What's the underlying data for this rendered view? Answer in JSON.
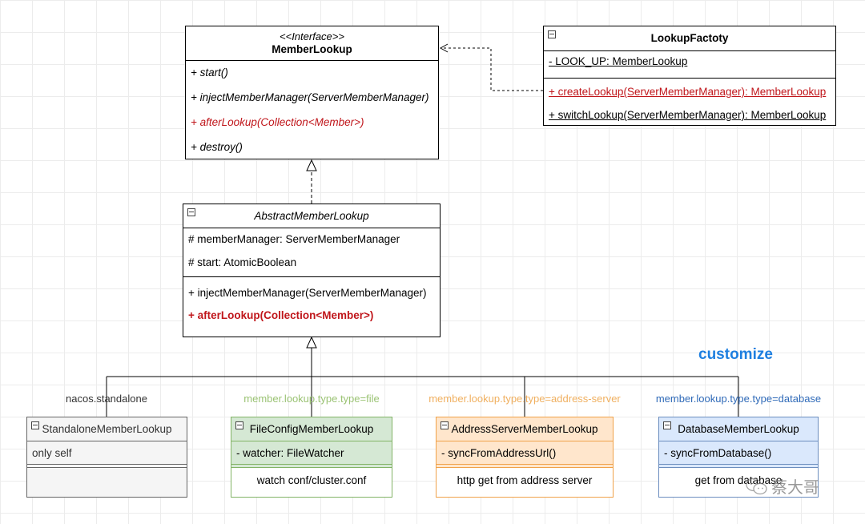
{
  "colors": {
    "required_method": "#c0161b",
    "file_fill": "#d5e8d4",
    "file_border": "#82b366",
    "file_label": "#9bc374",
    "address_fill": "#ffe6cc",
    "address_border": "#f0a24a",
    "address_label": "#f0b060",
    "database_fill": "#dae8fc",
    "database_border": "#6c8ebf",
    "database_label": "#2f6ab8",
    "standalone_fill": "#f5f5f5",
    "standalone_border": "#666666",
    "customize": "#1e7fe0"
  },
  "member_lookup": {
    "stereotype": "<<Interface>>",
    "name": "MemberLookup",
    "methods": [
      "+ start()",
      "+ injectMemberManager(ServerMemberManager)",
      "+ afterLookup(Collection<Member>)",
      "+ destroy()"
    ]
  },
  "lookup_factory": {
    "name": "LookupFactoty",
    "fields": [
      "- LOOK_UP: MemberLookup"
    ],
    "methods": [
      "+ createLookup(ServerMemberManager): MemberLookup",
      "+ switchLookup(ServerMemberManager): MemberLookup"
    ]
  },
  "abstract_lookup": {
    "name": "AbstractMemberLookup",
    "fields": [
      "# memberManager: ServerMemberManager",
      "# start: AtomicBoolean"
    ],
    "methods": [
      "+ injectMemberManager(ServerMemberManager)",
      "+ afterLookup(Collection<Member>)"
    ]
  },
  "customize_label": "customize",
  "implementations": [
    {
      "condition": "nacos.standalone",
      "name": "StandaloneMemberLookup",
      "field": "only self",
      "note": ""
    },
    {
      "condition": "member.lookup.type.type=file",
      "name": "FileConfigMemberLookup",
      "field": "- watcher: FileWatcher",
      "note": "watch conf/cluster.conf"
    },
    {
      "condition": "member.lookup.type.type=address-server",
      "name": "AddressServerMemberLookup",
      "field": "- syncFromAddressUrl()",
      "note": "http get from address server"
    },
    {
      "condition": "member.lookup.type.type=database",
      "name": "DatabaseMemberLookup",
      "field": "- syncFromDatabase()",
      "note": "get from database"
    }
  ],
  "watermark": "蔡大哥"
}
